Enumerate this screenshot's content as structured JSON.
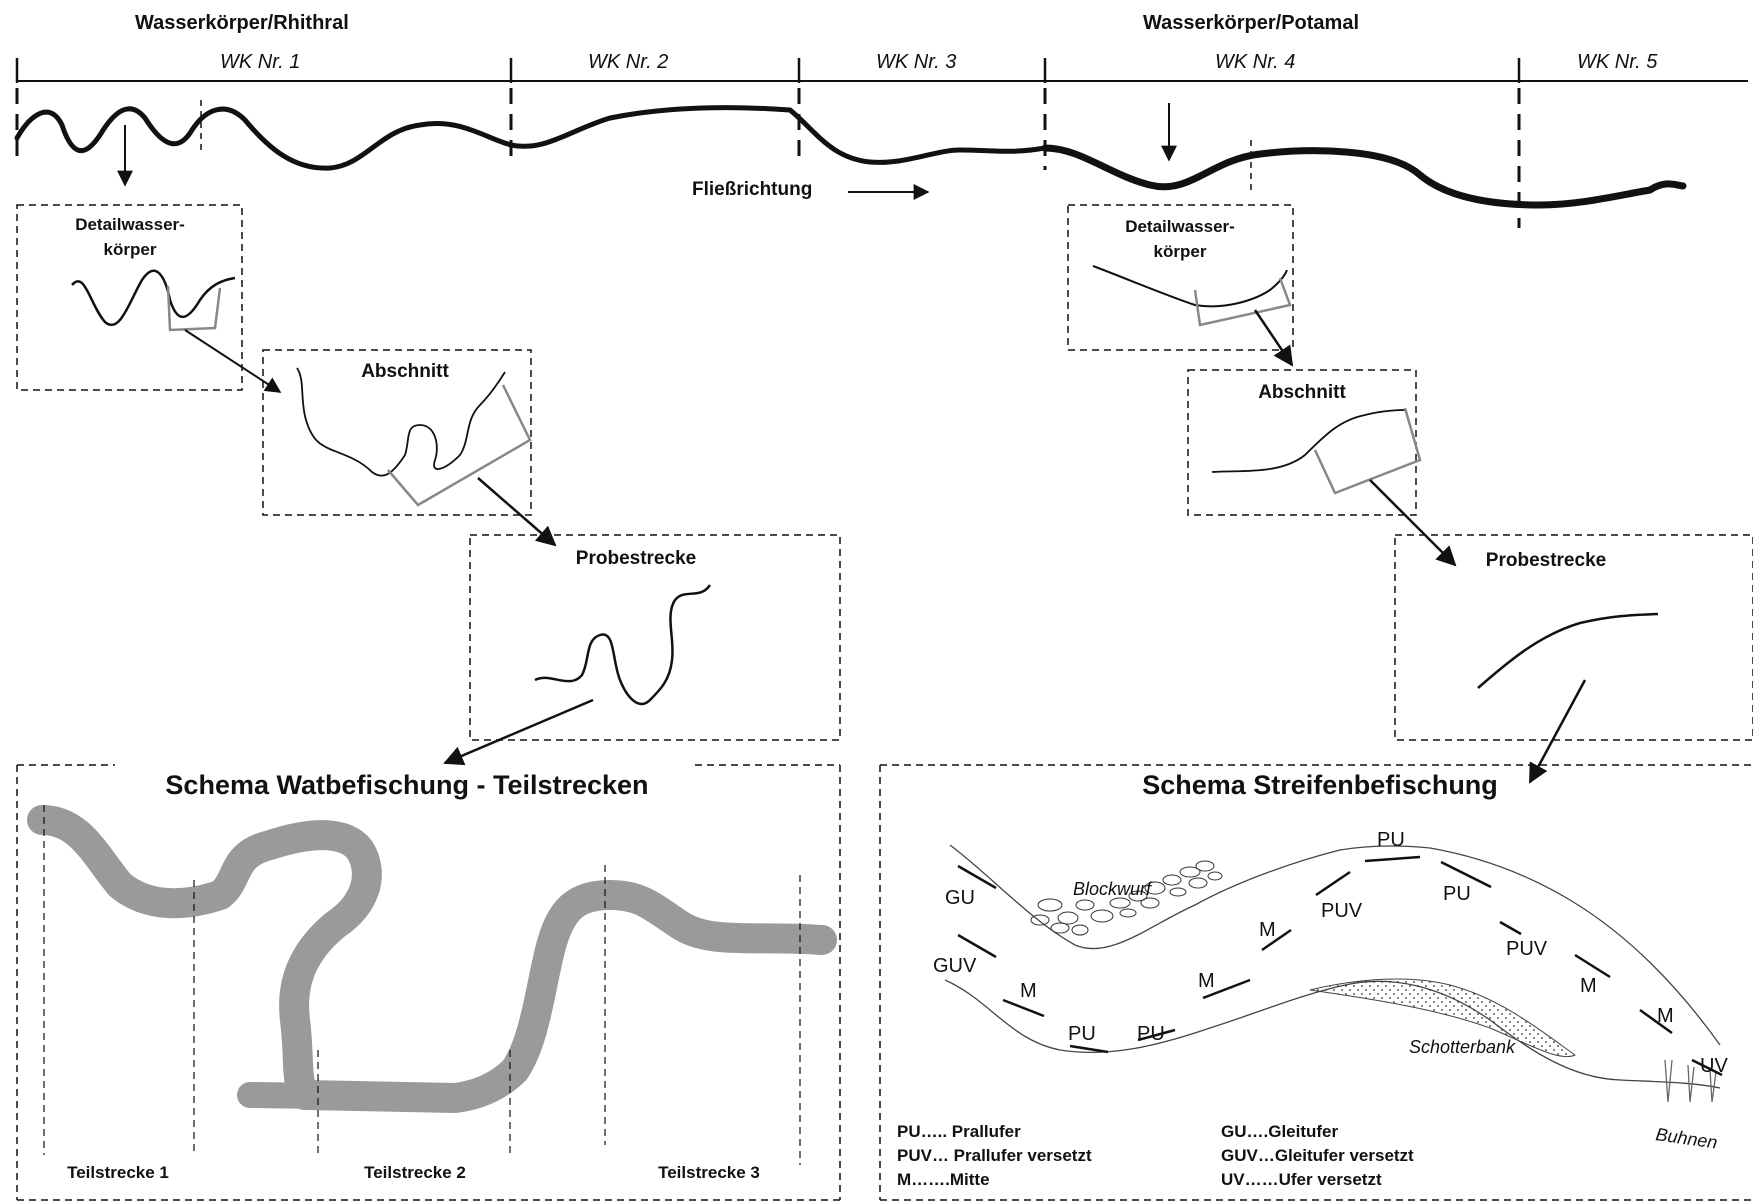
{
  "headers": {
    "left": "Wasserkörper/Rhithral",
    "right": "Wasserkörper/Potamal"
  },
  "segments": [
    "WK Nr. 1",
    "WK Nr. 2",
    "WK Nr. 3",
    "WK Nr. 4",
    "WK Nr. 5"
  ],
  "flow_label": "Fließrichtung",
  "left_chain": {
    "detail": [
      "Detailwasser-",
      "körper"
    ],
    "section": "Abschnitt",
    "sample": "Probestrecke"
  },
  "right_chain": {
    "detail": [
      "Detailwasser-",
      "körper"
    ],
    "section": "Abschnitt",
    "sample": "Probestrecke"
  },
  "wading": {
    "title": "Schema Watbefischung - Teilstrecken",
    "subsections": [
      "Teilstrecke 1",
      "Teilstrecke 2",
      "Teilstrecke 3"
    ]
  },
  "strip": {
    "title": "Schema Streifenbefischung",
    "labels": {
      "gu": "GU",
      "guv": "GUV",
      "m1": "M",
      "m2": "M",
      "m3": "M",
      "m4": "M",
      "m5": "M",
      "pu1": "PU",
      "pu2": "PU",
      "pu3": "PU",
      "pu4": "PU",
      "puv1": "PUV",
      "puv2": "PUV",
      "uv": "UV"
    },
    "blockwurf": "Blockwurf",
    "schotterbank": "Schotterbank",
    "buhnen": "Buhnen"
  },
  "legend": [
    "PU….. Prallufer",
    "PUV… Prallufer versetzt",
    "M…….Mitte",
    "GU….Gleitufer",
    "GUV…Gleitufer versetzt",
    "UV……Ufer versetzt"
  ]
}
